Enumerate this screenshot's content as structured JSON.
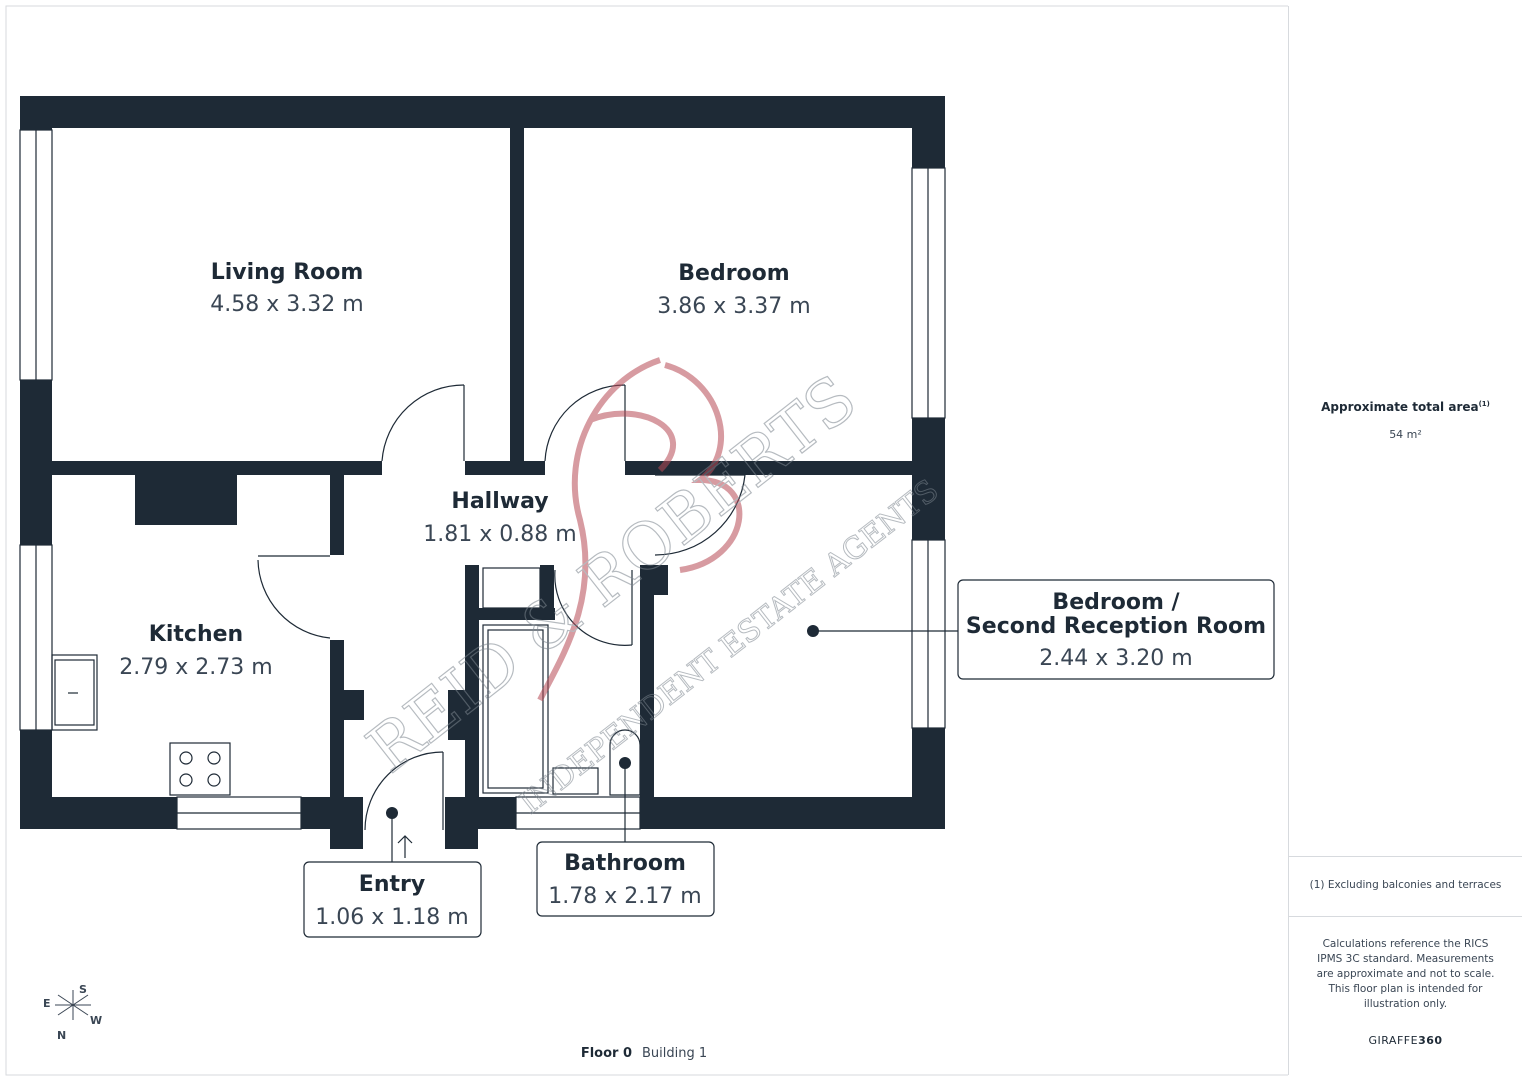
{
  "rooms": {
    "living": {
      "name": "Living Room",
      "dim": "4.58 x 3.32 m"
    },
    "bedroom1": {
      "name": "Bedroom",
      "dim": "3.86 x 3.37 m"
    },
    "hallway": {
      "name": "Hallway",
      "dim": "1.81 x 0.88 m"
    },
    "kitchen": {
      "name": "Kitchen",
      "dim": "2.79 x 2.73 m"
    },
    "bedroom2": {
      "name_line1": "Bedroom /",
      "name_line2": "Second Reception Room",
      "dim": "2.44 x 3.20 m"
    },
    "entry": {
      "name": "Entry",
      "dim": "1.06 x 1.18 m"
    },
    "bathroom": {
      "name": "Bathroom",
      "dim": "1.78 x 2.17 m"
    }
  },
  "watermark": {
    "line1": "REID & ROBERTS",
    "line2": "INDEPENDENT ESTATE AGENTS"
  },
  "compass": {
    "s": "S",
    "e": "E",
    "w": "W",
    "n": "N"
  },
  "footer": {
    "floor": "Floor 0",
    "building": "Building 1"
  },
  "sidebar": {
    "area_title": "Approximate total area",
    "area_sup": "(1)",
    "area_value": "54 m²",
    "note1": "(1) Excluding balconies and terraces",
    "note2": "Calculations reference the RICS IPMS 3C standard. Measurements are approximate and not to scale. This floor plan is intended for illustration only.",
    "brand_a": "GIRAFFE",
    "brand_b": "360"
  },
  "colors": {
    "wall": "#1e2a36",
    "watermark": "#b84a55",
    "watermark_text": "#a7adb3"
  }
}
